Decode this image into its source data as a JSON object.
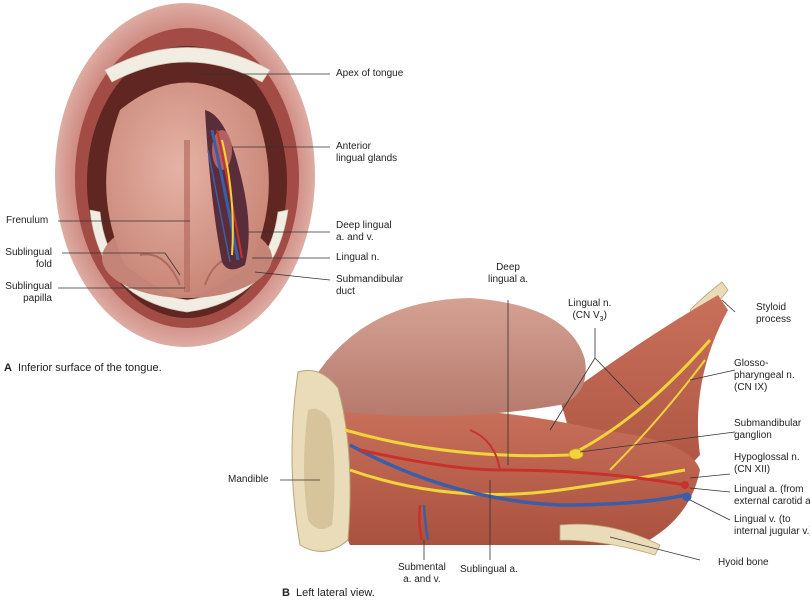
{
  "figure_a": {
    "caption_letter": "A",
    "caption_text": "Inferior surface of the tongue.",
    "labels": {
      "apex": "Apex of tongue",
      "ant_glands_1": "Anterior",
      "ant_glands_2": "lingual glands",
      "frenulum": "Frenulum",
      "deep_lingual_1": "Deep lingual",
      "deep_lingual_2": "a. and v.",
      "sublingual_fold_1": "Sublingual",
      "sublingual_fold_2": "fold",
      "lingual_n": "Lingual n.",
      "sublingual_papilla_1": "Sublingual",
      "sublingual_papilla_2": "papilla",
      "submand_duct_1": "Submandibular",
      "submand_duct_2": "duct"
    }
  },
  "figure_b": {
    "caption_letter": "B",
    "caption_text": "Left lateral view.",
    "labels": {
      "deep_lingual_a_1": "Deep",
      "deep_lingual_a_2": "lingual a.",
      "lingual_n_1": "Lingual n.",
      "lingual_n_2": "(CN V",
      "lingual_n_sub": "3",
      "lingual_n_close": ")",
      "styloid_1": "Styloid",
      "styloid_2": "process",
      "glosso_1": "Glosso-",
      "glosso_2": "pharyngeal n.",
      "glosso_3": "(CN IX)",
      "submand_gang_1": "Submandibular",
      "submand_gang_2": "ganglion",
      "hypoglossal_1": "Hypoglossal n.",
      "hypoglossal_2": "(CN XII)",
      "mandible": "Mandible",
      "lingual_a_1": "Lingual a. (from",
      "lingual_a_2": "external carotid a.)",
      "lingual_v_1": "Lingual v. (to",
      "lingual_v_2": "internal jugular v.)",
      "submental_1": "Submental",
      "submental_2": "a. and v.",
      "sublingual_a": "Sublingual a.",
      "hyoid": "Hyoid bone"
    }
  },
  "colors": {
    "lip": "#b8625c",
    "mouth_dark": "#6b2c28",
    "tongue": "#d79a8e",
    "teeth": "#f1ede2",
    "muscle": "#b9614d",
    "bone": "#eadcb8",
    "nerve": "#f1d33a",
    "artery": "#c8322a",
    "vein": "#3a5fa8",
    "leader": "#333333"
  }
}
